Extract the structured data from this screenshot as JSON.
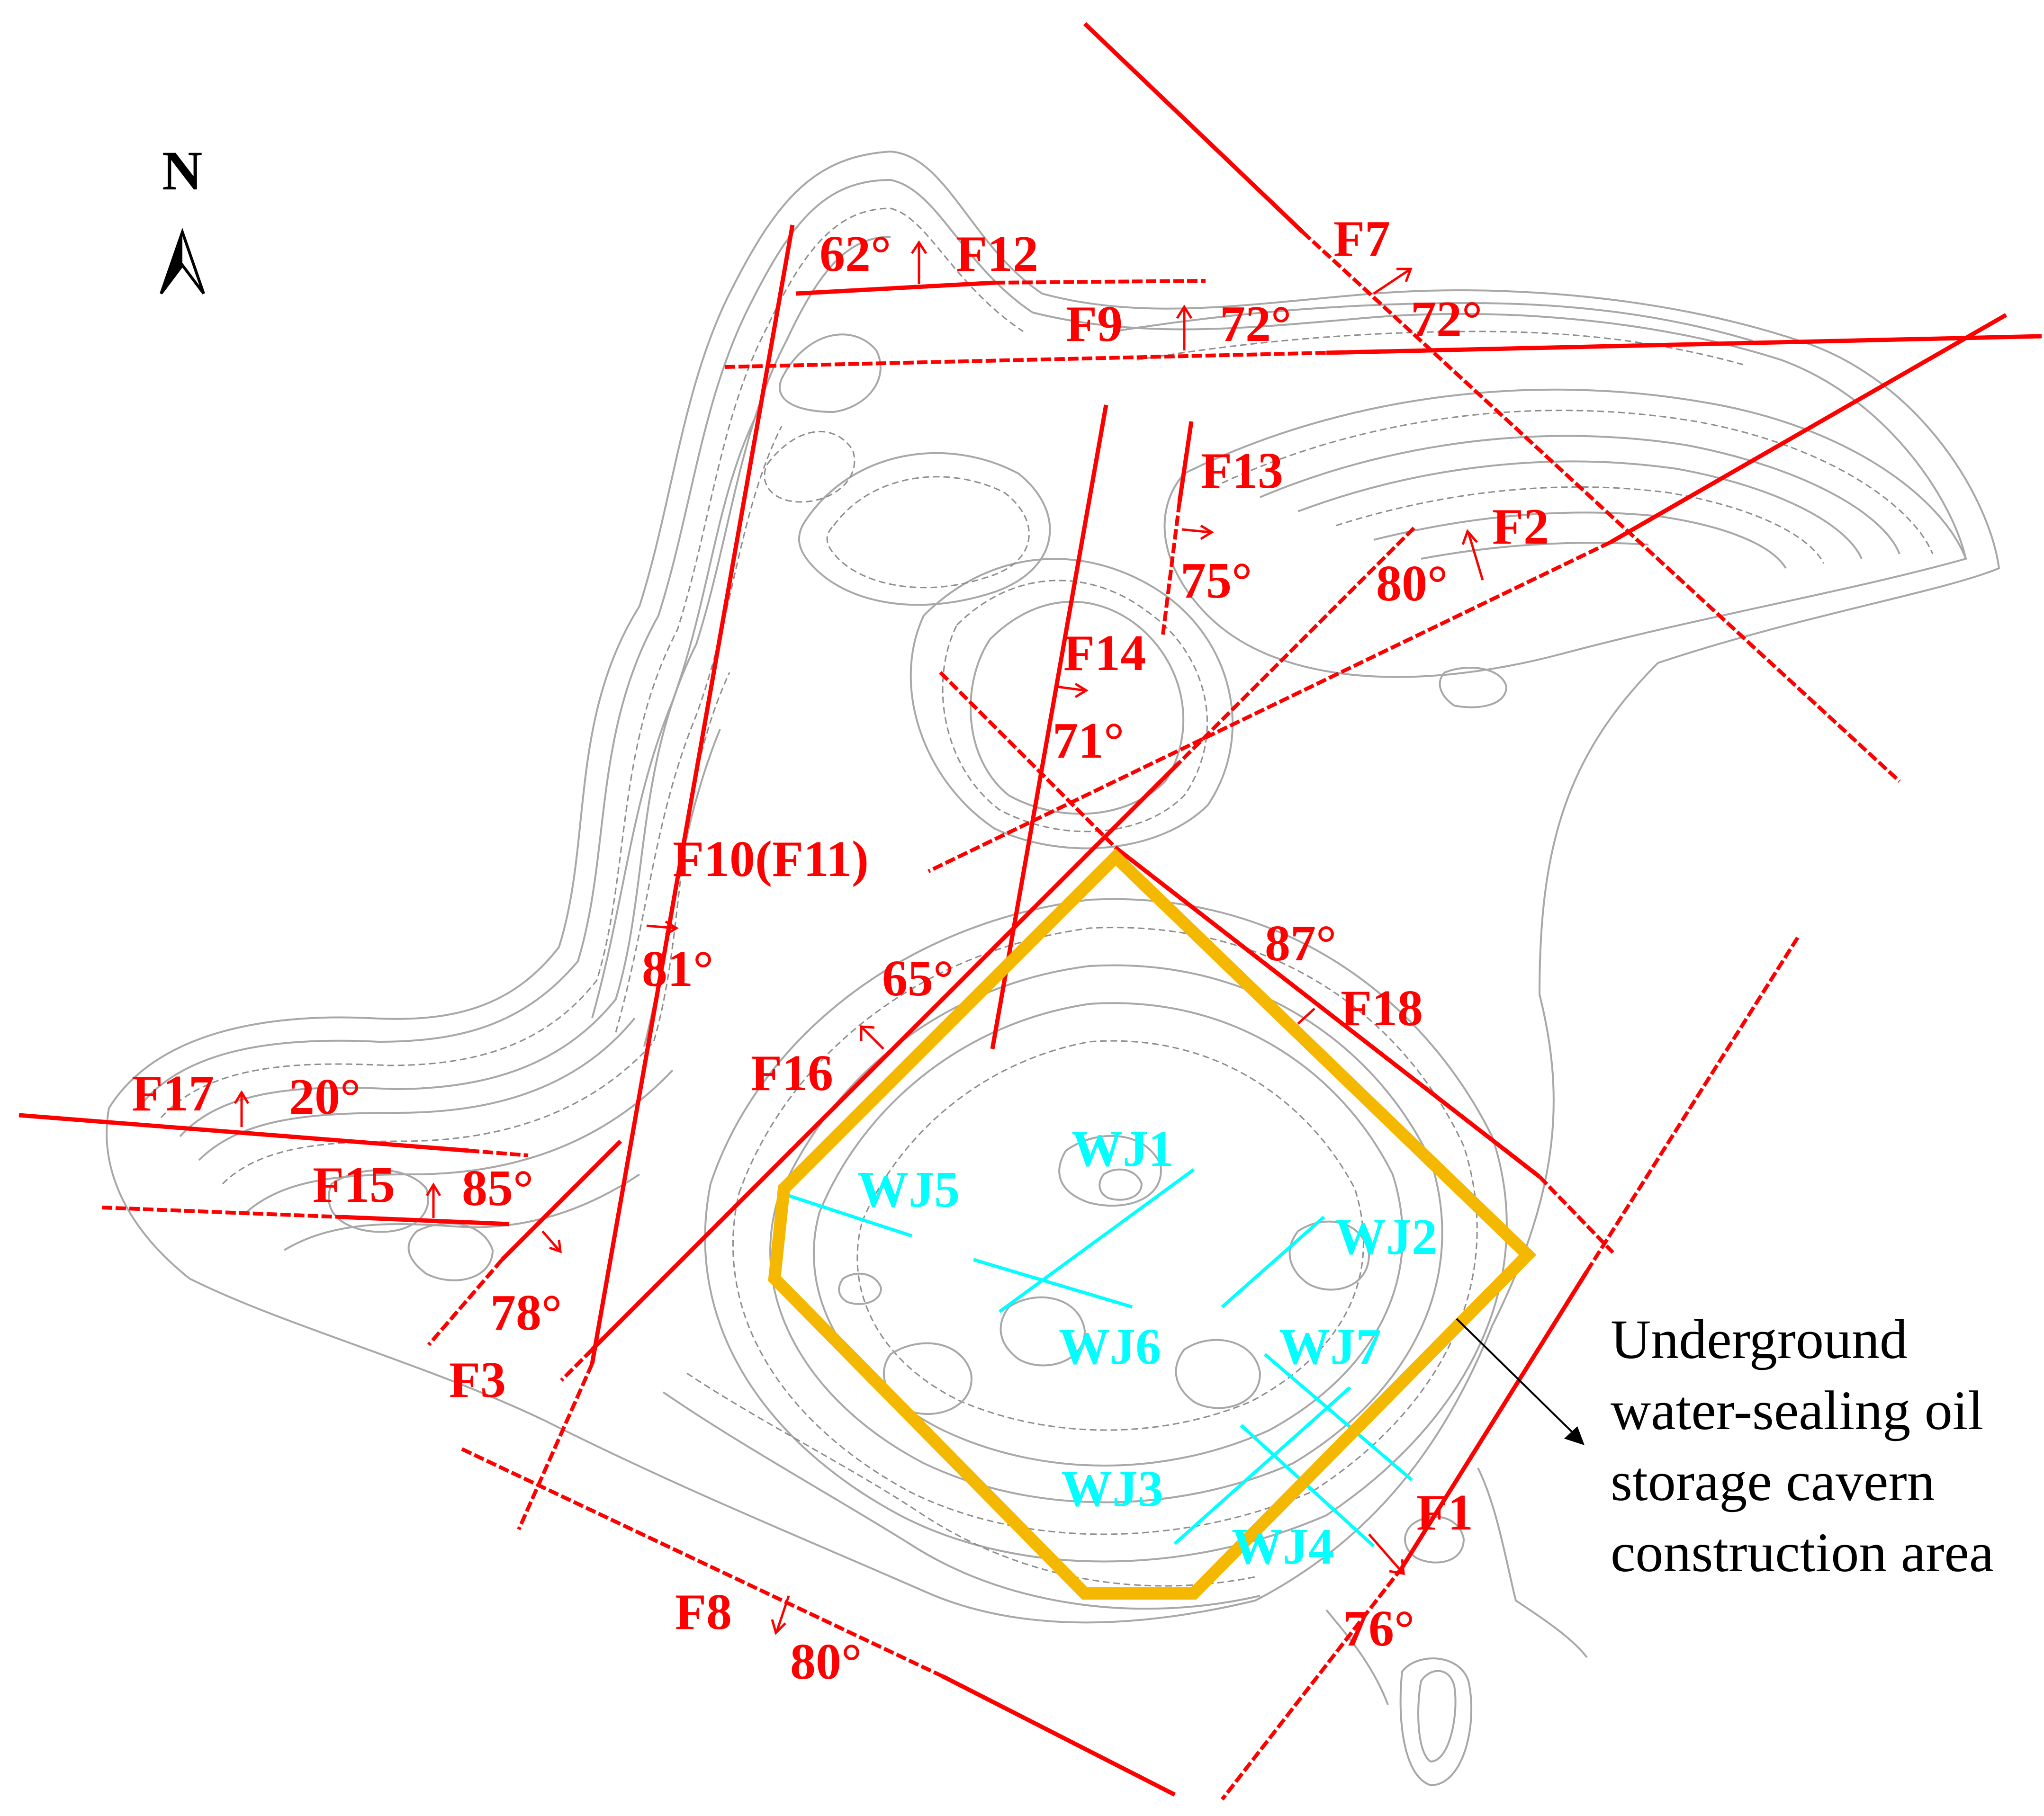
{
  "north_arrow": {
    "label": "N"
  },
  "faults": [
    {
      "id": "F1",
      "label": "F1",
      "dip": "76°"
    },
    {
      "id": "F2",
      "label": "F2",
      "dip": "80°"
    },
    {
      "id": "F3",
      "label": "F3",
      "dip": "78°"
    },
    {
      "id": "F7",
      "label": "F7",
      "dip": "72°"
    },
    {
      "id": "F8",
      "label": "F8",
      "dip": "80°"
    },
    {
      "id": "F9",
      "label": "F9",
      "dip": "72°"
    },
    {
      "id": "F10",
      "label": "F10(F11)",
      "dip": "81°"
    },
    {
      "id": "F12",
      "label": "F12",
      "dip": "62°"
    },
    {
      "id": "F13",
      "label": "F13",
      "dip": "75°"
    },
    {
      "id": "F14",
      "label": "F14",
      "dip": "71°"
    },
    {
      "id": "F15",
      "label": "F15",
      "dip": "85°"
    },
    {
      "id": "F16",
      "label": "F16",
      "dip": "65°"
    },
    {
      "id": "F17",
      "label": "F17",
      "dip": "20°"
    },
    {
      "id": "F18",
      "label": "F18",
      "dip": "87°"
    }
  ],
  "joints": [
    "WJ1",
    "WJ2",
    "WJ3",
    "WJ4",
    "WJ5",
    "WJ6",
    "WJ7"
  ],
  "construction_area": {
    "label_lines": [
      "Underground",
      "water-sealing oil",
      "storage cavern",
      "construction area"
    ],
    "outline_color": "#f5b800"
  },
  "colors": {
    "fault": "#ff0000",
    "joint": "#00ffff",
    "contour": "#a8a8a8"
  }
}
